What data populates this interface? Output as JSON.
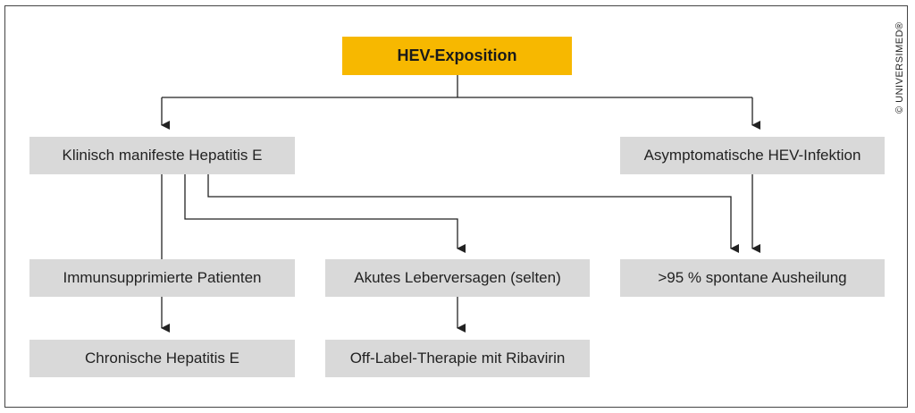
{
  "nodes": {
    "exposure": "HEV-Exposition",
    "clinical": "Klinisch manifeste Hepatitis E",
    "asymptomatic": "Asymptomatische HEV-Infektion",
    "immunosuppressed": "Immunsupprimierte Patienten",
    "acute_failure": "Akutes Leberversagen (selten)",
    "spontaneous": ">95 % spontane Ausheilung",
    "chronic": "Chronische Hepatitis E",
    "offlabel": "Off-Label-Therapie mit Ribavirin"
  },
  "copyright": "© UNIVERSIMED®",
  "colors": {
    "root": "#f7b800",
    "node": "#d9d9d9",
    "line": "#222222"
  }
}
